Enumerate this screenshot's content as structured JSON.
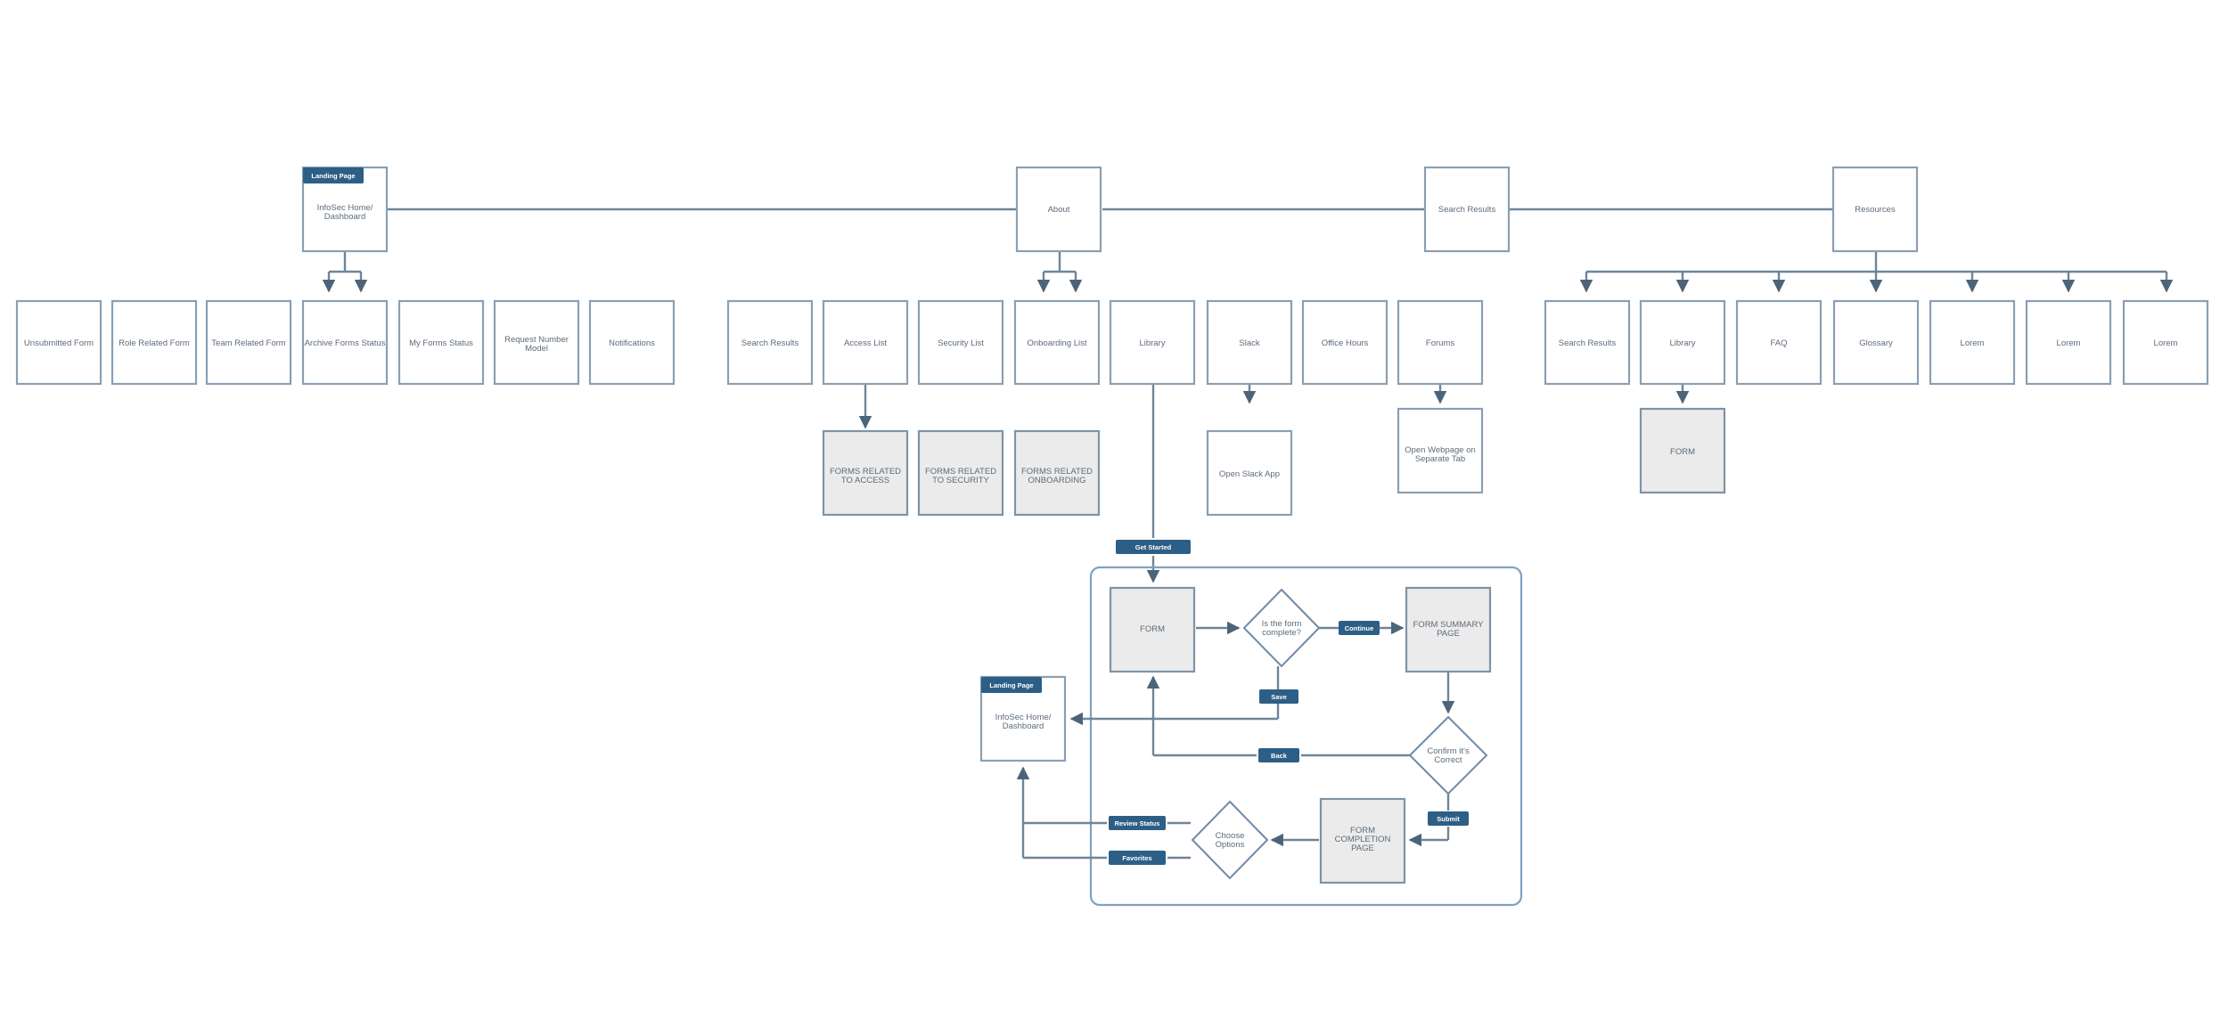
{
  "nodes": {
    "home": "InfoSec Home/ Dashboard",
    "about": "About",
    "search_results_top": "Search Results",
    "resources": "Resources",
    "unsubmitted_form": "Unsubmitted Form",
    "role_related_form": "Role Related Form",
    "team_related_form": "Team Related Form",
    "archive_forms_status": "Archive Forms Status",
    "my_forms_status": "My Forms Status",
    "request_number_model": "Request Number Model",
    "notifications": "Notifications",
    "about_search_results": "Search Results",
    "access_list": "Access List",
    "security_list": "Security List",
    "onboarding_list": "Onboarding List",
    "about_library": "Library",
    "slack": "Slack",
    "office_hours": "Office Hours",
    "forums": "Forums",
    "forms_access": "FORMS RELATED TO ACCESS",
    "forms_security": "FORMS RELATED TO SECURITY",
    "forms_onboarding": "FORMS RELATED ONBOARDING",
    "open_slack_app": "Open Slack App",
    "open_webpage": "Open Webpage on Separate Tab",
    "res_search_results": "Search Results",
    "res_library": "Library",
    "faq": "FAQ",
    "glossary": "Glossary",
    "lorem1": "Lorem",
    "lorem2": "Lorem",
    "lorem3": "Lorem",
    "res_form": "FORM",
    "flow_form": "FORM",
    "is_form_complete": "Is the form complete?",
    "form_summary": "FORM SUMMARY PAGE",
    "confirm_correct": "Confirm it's Correct",
    "form_completion": "FORM COMPLETION PAGE",
    "choose_options": "Choose Options",
    "flow_home": "InfoSec Home/ Dashboard"
  },
  "tags": {
    "landing_page_top": "Landing Page",
    "landing_page_flow": "Landing Page",
    "get_started": "Get Started",
    "continue": "Continue",
    "save": "Save",
    "back": "Back",
    "submit": "Submit",
    "review_status": "Review Status",
    "favorites": "Favorites"
  },
  "colors": {
    "tag": "#2d5f86",
    "box_border": "#8a9fb4",
    "gray_fill": "#ebebeb",
    "connector": "#6f859a"
  }
}
